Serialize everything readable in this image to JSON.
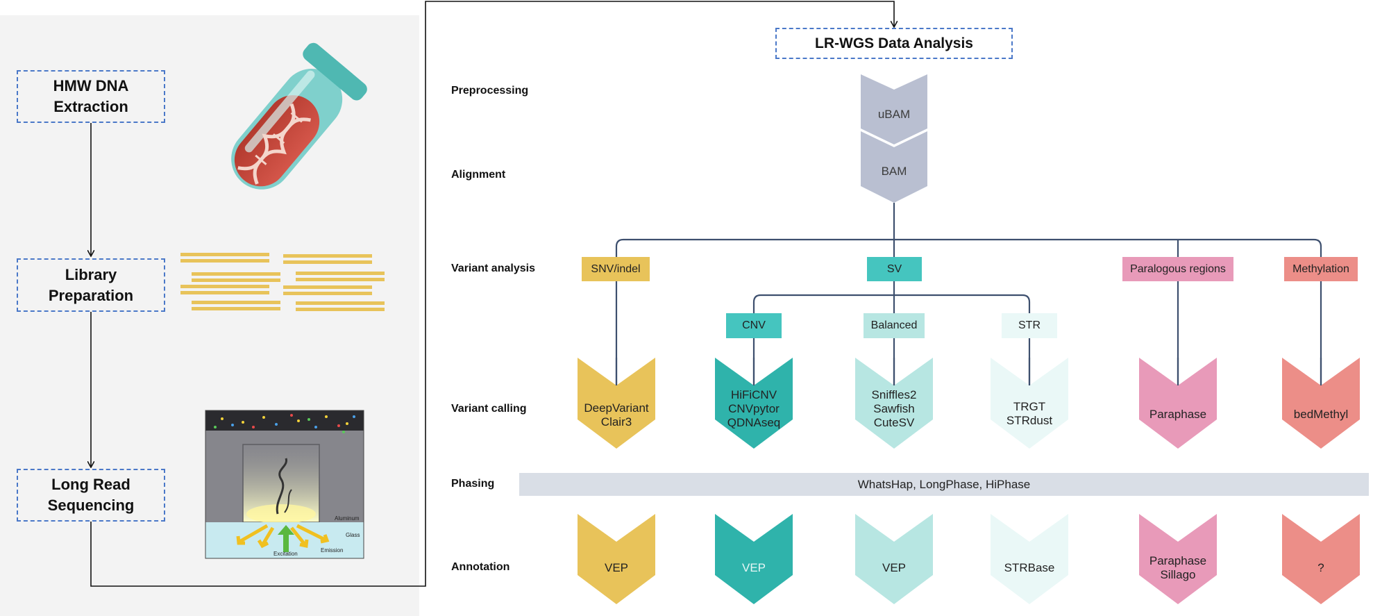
{
  "workflow": {
    "steps": [
      "HMW DNA\nExtraction",
      "Library\nPreparation",
      "Long Read\nSequencing"
    ]
  },
  "sequencing_image": {
    "labels": [
      "Aluminum",
      "Glass",
      "Excitation",
      "Emission"
    ]
  },
  "analysis": {
    "title": "LR-WGS Data Analysis",
    "rows": {
      "preprocessing": "Preprocessing",
      "alignment": "Alignment",
      "variant_analysis": "Variant analysis",
      "variant_calling": "Variant calling",
      "phasing": "Phasing",
      "annotation": "Annotation"
    },
    "inputs": [
      "uBAM",
      "BAM"
    ],
    "categories": {
      "snv": "SNV/indel",
      "sv": "SV",
      "paralogous": "Paralogous regions",
      "methylation": "Methylation"
    },
    "sv_subtypes": {
      "cnv": "CNV",
      "balanced": "Balanced",
      "str": "STR"
    },
    "callers": {
      "snv": "DeepVariant\nClair3",
      "cnv": "HiFiCNV\nCNVpytor\nQDNAseq",
      "balanced": "Sniffles2\nSawfish\nCuteSV",
      "str": "TRGT\nSTRdust",
      "paralogous": "Paraphase",
      "methylation": "bedMethyl"
    },
    "phasing_tools": "WhatsHap, LongPhase, HiPhase",
    "annotation_tools": {
      "snv": "VEP",
      "cnv": "VEP",
      "balanced": "VEP",
      "str": "STRBase",
      "paralogous": "Paraphase\nSillago",
      "methylation": "?"
    }
  },
  "colors": {
    "gray_arrow": "#b9bfd1",
    "snv": "#e8c35a",
    "teal": "#45c5bf",
    "teal_light": "#b7e6e2",
    "teal_pale": "#eaf8f7",
    "pink": "#e89ab9",
    "salmon": "#ec8e88",
    "line": "#3d4f6e",
    "dash": "#4a78c8"
  }
}
